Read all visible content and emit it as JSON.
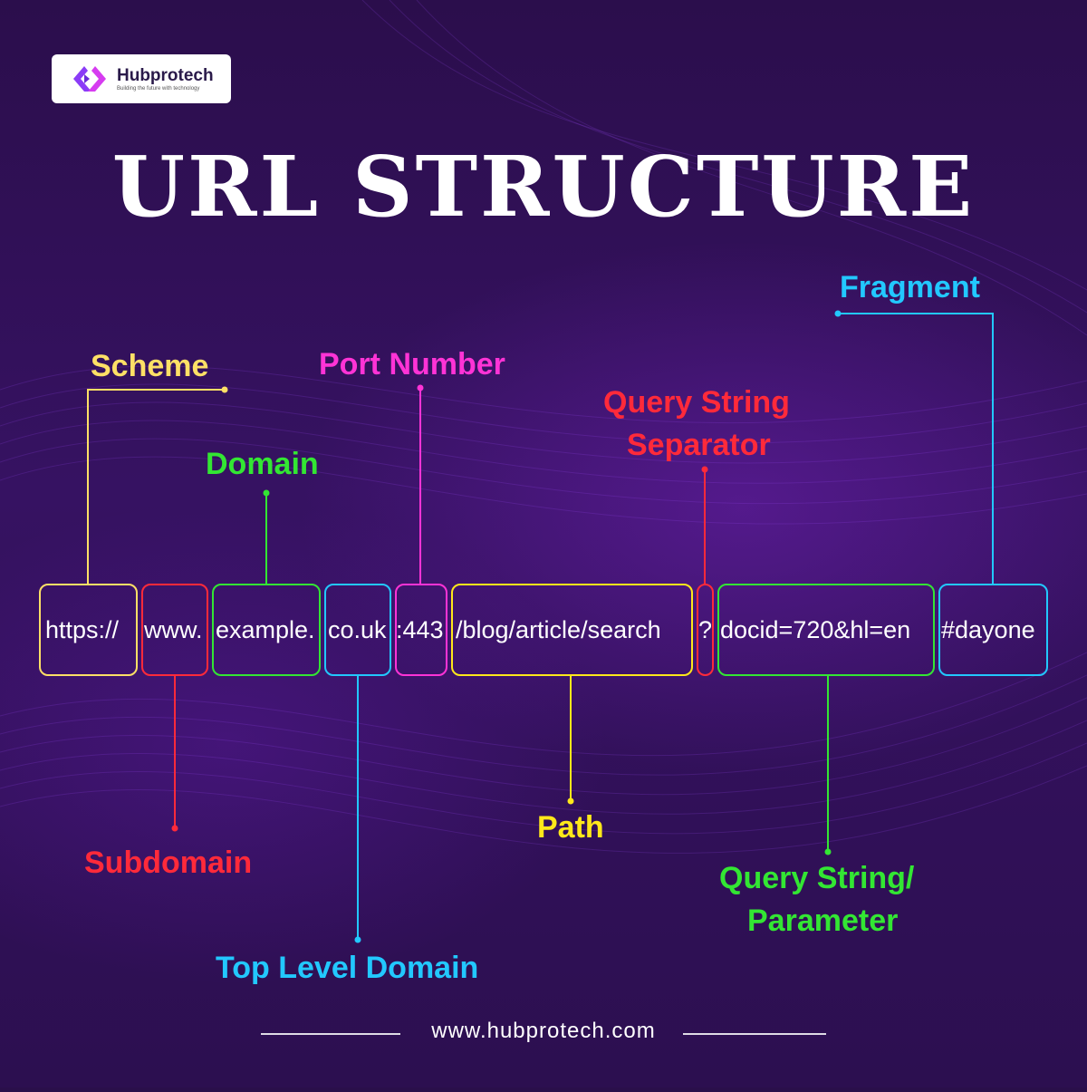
{
  "brand": {
    "name": "Hubprotech",
    "tagline": "Building the future with technology",
    "website": "www.hubprotech.com"
  },
  "title": "URL STRUCTURE",
  "url_parts": [
    {
      "text": "https://",
      "color": "#ffe066"
    },
    {
      "text": "www.",
      "color": "#ff2a3a"
    },
    {
      "text": "example.",
      "color": "#33e633"
    },
    {
      "text": "co.uk",
      "color": "#22c8ff"
    },
    {
      "text": ":443",
      "color": "#ff33d6"
    },
    {
      "text": "/blog/article/search",
      "color": "#ffe81a"
    },
    {
      "text": "?",
      "color": "#ff2a3a"
    },
    {
      "text": "docid=720&hl=en",
      "color": "#33e633"
    },
    {
      "text": "#dayone",
      "color": "#22c8ff"
    }
  ],
  "labels": {
    "scheme": "Scheme",
    "domain": "Domain",
    "port": "Port Number",
    "separator_line1": "Query String",
    "separator_line2": "Separator",
    "fragment": "Fragment",
    "subdomain": "Subdomain",
    "tld": "Top Level Domain",
    "path": "Path",
    "query_line1": "Query String/",
    "query_line2": "Parameter"
  },
  "colors": {
    "scheme": "#ffe066",
    "domain": "#33e633",
    "port": "#ff33d6",
    "separator": "#ff2a3a",
    "fragment": "#22c8ff",
    "subdomain": "#ff2a3a",
    "tld": "#22c8ff",
    "path": "#ffe81a",
    "query": "#33e633"
  }
}
